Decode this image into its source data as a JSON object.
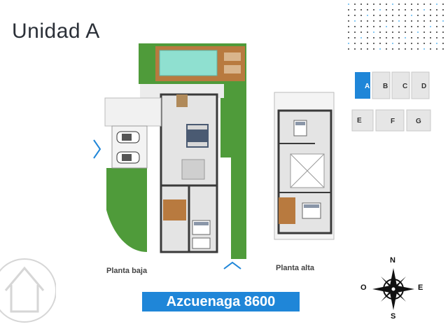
{
  "title": "Unidad A",
  "floor_labels": {
    "ground": "Planta baja",
    "upper": "Planta alta"
  },
  "address": "Azcuenaga 8600",
  "key_plan": {
    "units": [
      "A",
      "B",
      "C",
      "D",
      "E",
      "F",
      "G"
    ],
    "selected": "A"
  },
  "compass": {
    "north": "N",
    "south": "S",
    "east": "E",
    "west": "O"
  },
  "colors": {
    "accent": "#1f86d8",
    "grass": "#4f9b3a",
    "pool": "#8fe0d0",
    "deck": "#b87a3f",
    "floor": "#e4e4e4",
    "wall": "#3a3a3a"
  },
  "icons": {
    "left_arrow": "chevron-left-icon",
    "down_arrow": "chevron-up-icon",
    "logo": "house-outline-icon",
    "compass": "compass-rose-icon"
  }
}
